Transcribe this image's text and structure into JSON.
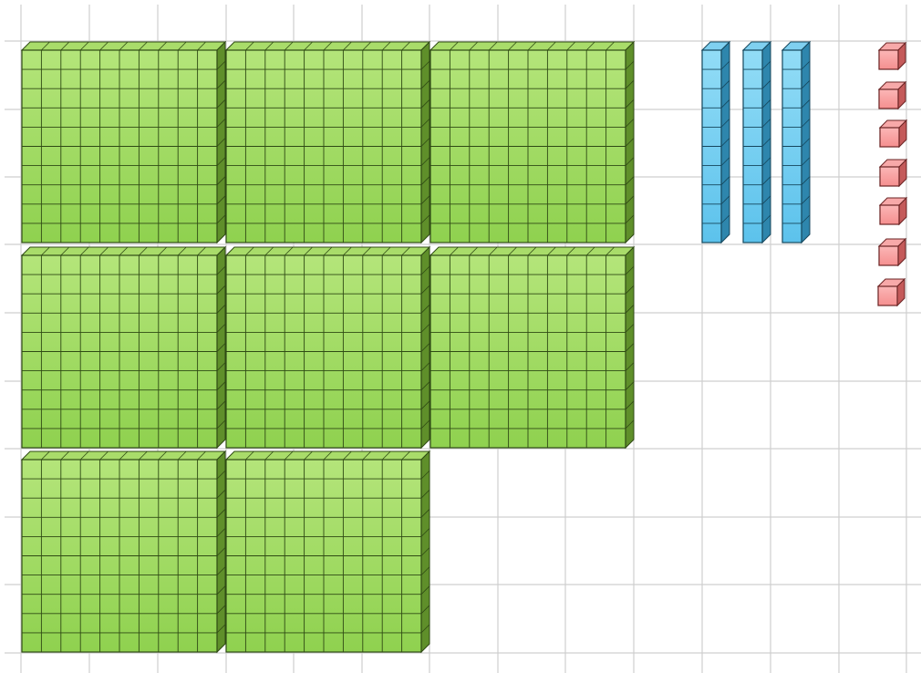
{
  "workspace": {
    "grid_color": "#cfcfcf",
    "background": "#ffffff"
  },
  "blocks": {
    "hundreds": {
      "count": 8,
      "units_per_side": 10,
      "front_color": "#8fd14f",
      "front_highlight": "#b4e57a",
      "top_color": "#a9dc6a",
      "side_color": "#5f8f2a",
      "line_color": "#2f4a14"
    },
    "tens": {
      "count": 3,
      "units_per_rod": 10,
      "front_color": "#5cc2ec",
      "front_highlight": "#92dcf6",
      "top_color": "#7fd0f0",
      "side_color": "#2e86ad",
      "line_color": "#15465c"
    },
    "ones": {
      "count": 7,
      "front_color": "#f58f8f",
      "front_highlight": "#fbb6b6",
      "top_color": "#f7a9a9",
      "side_color": "#c45a5a",
      "line_color": "#6a2424"
    }
  }
}
